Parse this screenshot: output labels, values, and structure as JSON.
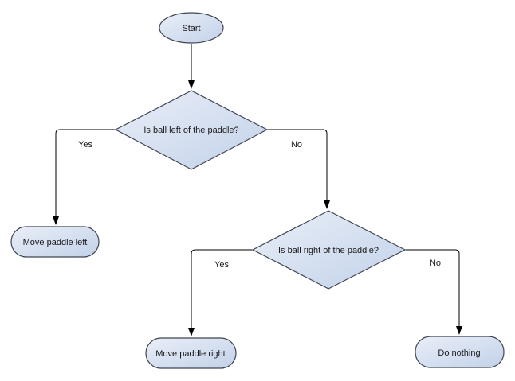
{
  "colors": {
    "background": "#ffffff",
    "node_fill_top": "#eaeff8",
    "node_fill_bottom": "#c2d1e9",
    "node_border": "#3f4652",
    "connector": "#000000",
    "text": "#1a1a1a"
  },
  "nodes": {
    "start": {
      "type": "terminator",
      "label": "Start"
    },
    "decision_left": {
      "type": "decision",
      "label": "Is ball left of the paddle?"
    },
    "decision_right": {
      "type": "decision",
      "label": "Is ball right of the paddle?"
    },
    "move_left": {
      "type": "action",
      "label": "Move paddle left"
    },
    "move_right": {
      "type": "action",
      "label": "Move paddle right"
    },
    "do_nothing": {
      "type": "action",
      "label": "Do nothing"
    }
  },
  "edges": {
    "decision_left_yes": {
      "label": "Yes"
    },
    "decision_left_no": {
      "label": "No"
    },
    "decision_right_yes": {
      "label": "Yes"
    },
    "decision_right_no": {
      "label": "No"
    }
  }
}
